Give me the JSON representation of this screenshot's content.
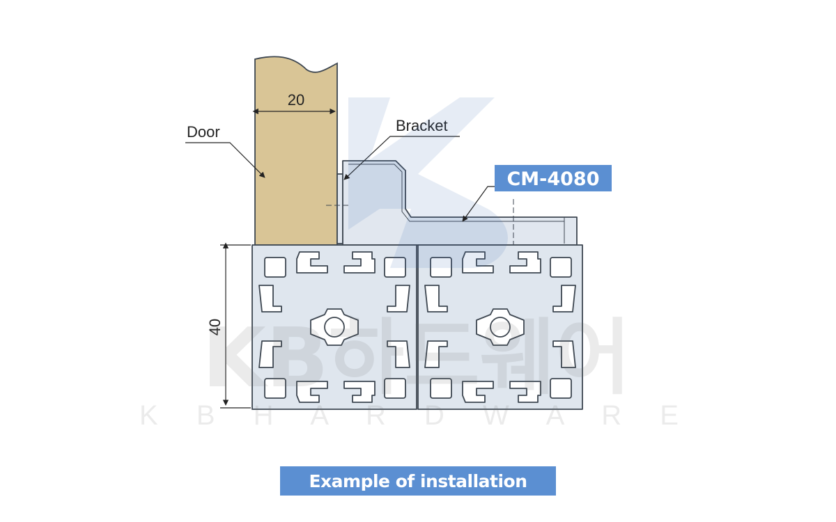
{
  "labels": {
    "door": "Door",
    "bracket": "Bracket",
    "width_dim": "20",
    "height_dim": "40"
  },
  "model_tag": "CM-4080",
  "caption": "Example of installation",
  "watermark": {
    "main": "KB하드웨어",
    "sub": "K B   H A R D W A R E"
  },
  "colors": {
    "door_fill": "#d9c596",
    "profile_fill": "#dfe6ee",
    "bracket_fill": "#e1e7ef",
    "tag_bg": "#5b8fd2",
    "caption_bg": "#5b8fd2",
    "outline": "#3d4650"
  }
}
